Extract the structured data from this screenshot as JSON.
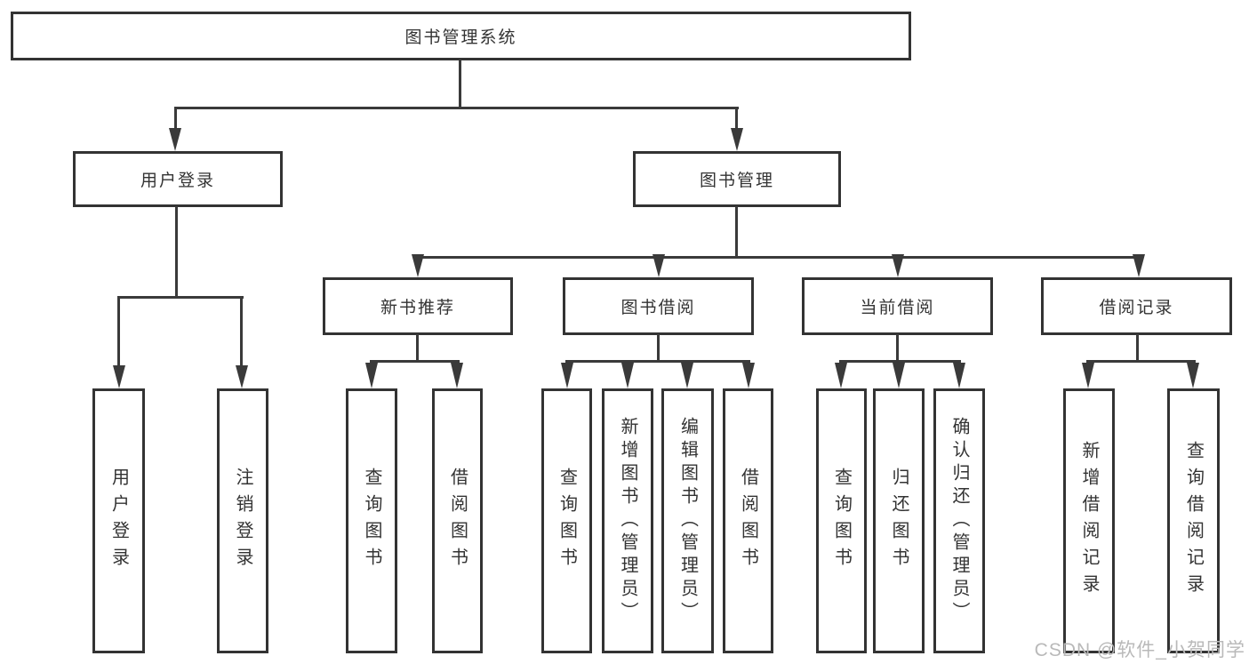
{
  "colors": {
    "line": "#3a3a3a",
    "box_border": "#333333",
    "text": "#333333",
    "watermark": "#b9b9b9",
    "background": "#ffffff"
  },
  "diagram": {
    "root": {
      "label": "图书管理系统"
    },
    "level2": [
      {
        "label": "用户登录"
      },
      {
        "label": "图书管理"
      }
    ],
    "level3": [
      {
        "label": "新书推荐"
      },
      {
        "label": "图书借阅"
      },
      {
        "label": "当前借阅"
      },
      {
        "label": "借阅记录"
      }
    ],
    "leaves": {
      "user_login": [
        {
          "label": "用户登录"
        },
        {
          "label": "注销登录"
        }
      ],
      "new_book": [
        {
          "label": "查询图书"
        },
        {
          "label": "借阅图书"
        }
      ],
      "book_borrow": [
        {
          "label": "查询图书"
        },
        {
          "label": "新增图书（管理员）"
        },
        {
          "label": "编辑图书（管理员）"
        },
        {
          "label": "借阅图书"
        }
      ],
      "current_borrow": [
        {
          "label": "查询图书"
        },
        {
          "label": "归还图书"
        },
        {
          "label": "确认归还（管理员）"
        }
      ],
      "borrow_record": [
        {
          "label": "新增借阅记录"
        },
        {
          "label": "查询借阅记录"
        }
      ]
    },
    "watermark": "CSDN @软件_小贺同学"
  }
}
